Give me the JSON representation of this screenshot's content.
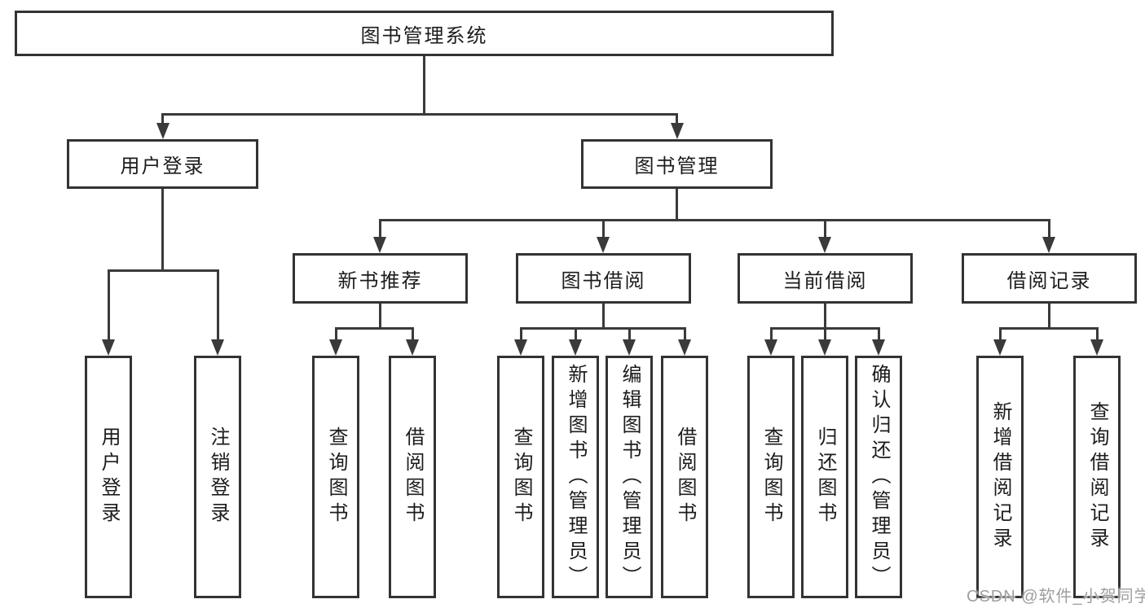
{
  "diagram": {
    "root": {
      "label": "图书管理系统"
    },
    "branches": [
      {
        "label": "用户登录",
        "children": [
          {
            "label": "用户登录"
          },
          {
            "label": "注销登录"
          }
        ]
      },
      {
        "label": "图书管理",
        "children": [
          {
            "label": "新书推荐",
            "children": [
              {
                "label": "查询图书"
              },
              {
                "label": "借阅图书"
              }
            ]
          },
          {
            "label": "图书借阅",
            "children": [
              {
                "label": "查询图书"
              },
              {
                "label": "新增图书（管理员）"
              },
              {
                "label": "编辑图书（管理员）"
              },
              {
                "label": "借阅图书"
              }
            ]
          },
          {
            "label": "当前借阅",
            "children": [
              {
                "label": "查询图书"
              },
              {
                "label": "归还图书"
              },
              {
                "label": "确认归还（管理员）"
              }
            ]
          },
          {
            "label": "借阅记录",
            "children": [
              {
                "label": "新增借阅记录"
              },
              {
                "label": "查询借阅记录"
              }
            ]
          }
        ]
      }
    ],
    "watermark": "CSDN @软件_小贺同学",
    "colors": {
      "line": "#3a3a3a",
      "box_border": "#333333",
      "text": "#1c1c1c",
      "watermark": "#9f9f9f",
      "background": "#ffffff"
    }
  }
}
